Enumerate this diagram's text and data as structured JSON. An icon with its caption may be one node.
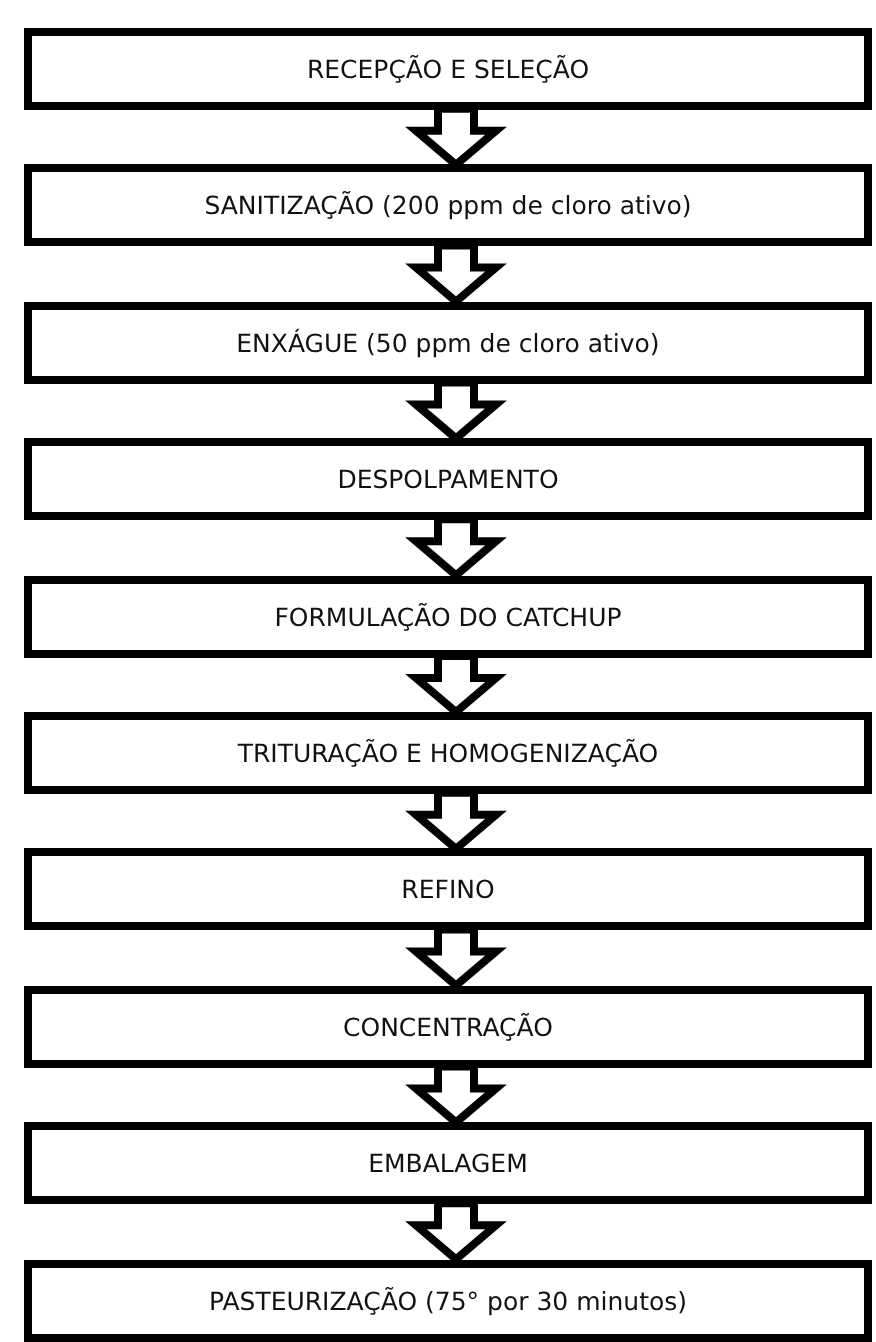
{
  "diagram": {
    "nodes": [
      {
        "text": [
          "RECEPÇÃO E SELEÇÃO"
        ]
      },
      {
        "text": [
          "SANITIZAÇÃO (200 ppm de cloro ativo)"
        ]
      },
      {
        "text": [
          "ENXÁGUE (50 ppm de cloro ativo)"
        ]
      },
      {
        "text": [
          "DESPOLPAMENTO"
        ]
      },
      {
        "text": [
          "FORMULAÇÃO DO CATCHUP"
        ]
      },
      {
        "text": [
          "TRITURAÇÃO E HOMOGENIZAÇÃO"
        ]
      },
      {
        "text": [
          "REFINO"
        ]
      },
      {
        "text": [
          "CONCENTRAÇÃO"
        ]
      },
      {
        "text": [
          "EMBALAGEM"
        ]
      },
      {
        "text": [
          "PASTEURIZAÇÃO (75° por 30 minutos)"
        ]
      }
    ],
    "edges": [
      {
        "from": 0,
        "to": 1,
        "arrow": "to"
      },
      {
        "from": 1,
        "to": 2,
        "arrow": "to"
      },
      {
        "from": 2,
        "to": 3,
        "arrow": "to"
      },
      {
        "from": 3,
        "to": 4,
        "arrow": "to"
      },
      {
        "from": 4,
        "to": 5,
        "arrow": "to"
      },
      {
        "from": 5,
        "to": 6,
        "arrow": "to"
      },
      {
        "from": 6,
        "to": 7,
        "arrow": "to"
      },
      {
        "from": 7,
        "to": 8,
        "arrow": "to"
      },
      {
        "from": 8,
        "to": 9,
        "arrow": "to"
      }
    ]
  }
}
